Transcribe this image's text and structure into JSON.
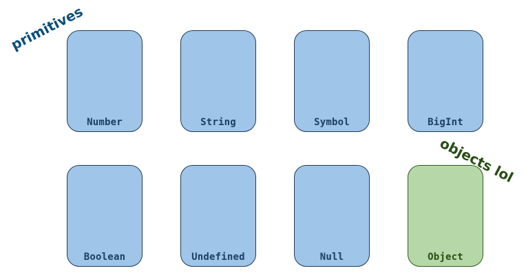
{
  "annotations": {
    "primitives": "primitives",
    "objects": "objects lol"
  },
  "cards": [
    {
      "label": "Number",
      "kind": "primitive"
    },
    {
      "label": "String",
      "kind": "primitive"
    },
    {
      "label": "Symbol",
      "kind": "primitive"
    },
    {
      "label": "BigInt",
      "kind": "primitive"
    },
    {
      "label": "Boolean",
      "kind": "primitive"
    },
    {
      "label": "Undefined",
      "kind": "primitive"
    },
    {
      "label": "Null",
      "kind": "primitive"
    },
    {
      "label": "Object",
      "kind": "object"
    }
  ],
  "colors": {
    "primitive_fill": "#9fc5e8",
    "object_fill": "#b6d7a8",
    "primitives_annotation": "#0b4f7a",
    "objects_annotation": "#274e13"
  }
}
